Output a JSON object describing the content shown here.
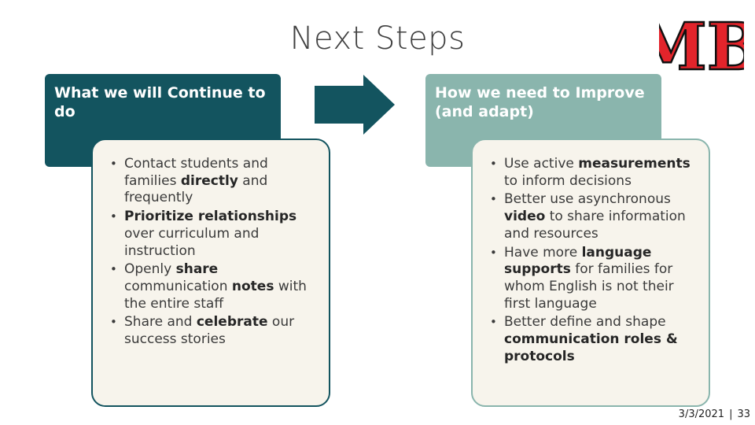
{
  "slide": {
    "title": "Next Steps",
    "logo_text": "MB",
    "colors": {
      "dark_teal": "#13545f",
      "light_teal": "#8ab5ad",
      "logo_red": "#e3242b",
      "card_bg": "#f7f4ec"
    }
  },
  "left": {
    "header": "What we will Continue to do",
    "bullets": [
      {
        "pre": "Contact students and families ",
        "bold": "directly",
        "post": " and frequently"
      },
      {
        "pre": "",
        "bold": "Prioritize relationships",
        "post": " over curriculum  and instruction"
      },
      {
        "pre": "Openly ",
        "bold": "share",
        "mid": " communication ",
        "bold2": "notes",
        "post": " with the entire staff"
      },
      {
        "pre": "Share and ",
        "bold": "celebrate",
        "post": " our success stories"
      }
    ]
  },
  "right": {
    "header": "How we need to Improve (and adapt)",
    "bullets": [
      {
        "pre": "Use active ",
        "bold": "measurements",
        "post": " to inform  decisions"
      },
      {
        "pre": "Better use asynchronous ",
        "bold": "video",
        "post": " to share information and resources"
      },
      {
        "pre": "Have more ",
        "bold": "language supports",
        "post": " for families for whom English is not their first language"
      },
      {
        "pre": "Better define and shape ",
        "bold": "communication roles & protocols",
        "post": ""
      }
    ]
  },
  "footer": {
    "date": "3/3/2021",
    "separator": "|",
    "page": "33"
  }
}
